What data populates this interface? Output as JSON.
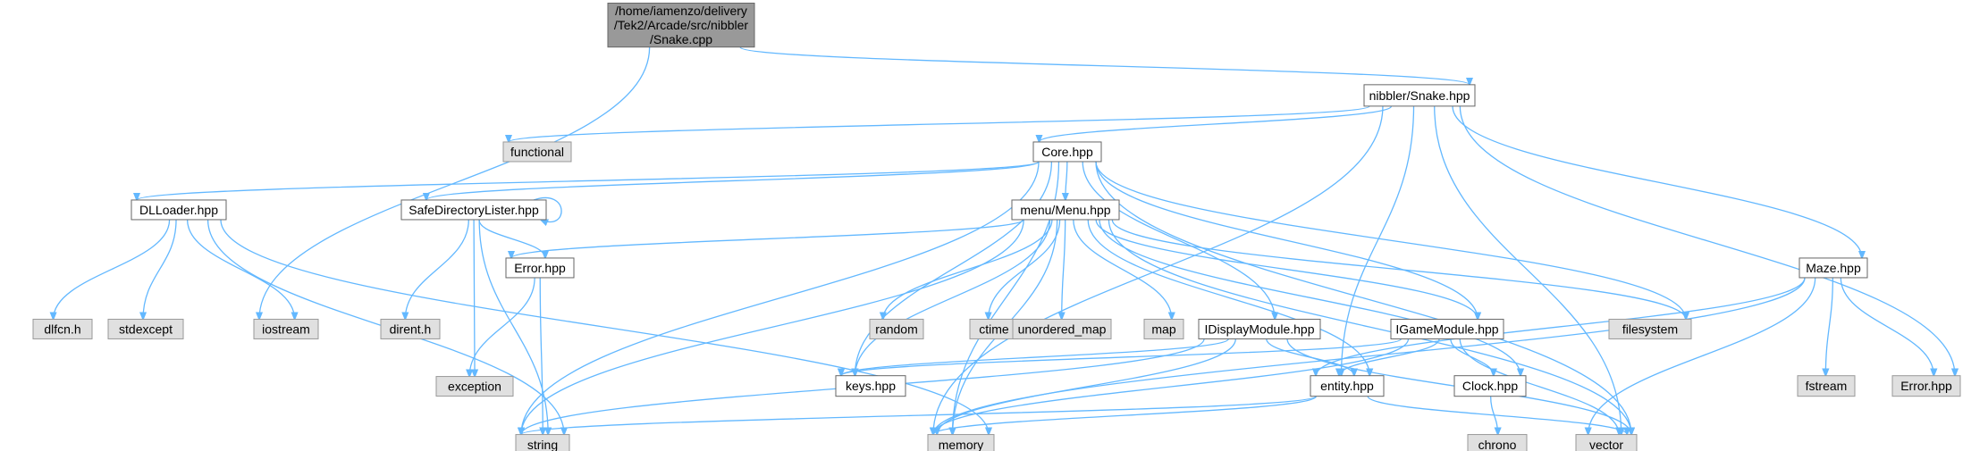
{
  "colors": {
    "root_fill": "#999999",
    "root_border": "#666666",
    "project_fill": "#ffffff",
    "project_border": "#666666",
    "system_fill": "#e0e0e0",
    "system_border": "#999999",
    "edge": "#63b8ff",
    "text": "#000000"
  },
  "nodes": [
    {
      "id": "snake_cpp",
      "kind": "root",
      "lines": [
        "/home/iamenzo/delivery",
        "/Tek2/Arcade/src/nibbler",
        "/Snake.cpp"
      ]
    },
    {
      "id": "snake_hpp",
      "kind": "project",
      "lines": [
        "nibbler/Snake.hpp"
      ]
    },
    {
      "id": "functional",
      "kind": "system",
      "lines": [
        "functional"
      ]
    },
    {
      "id": "core_hpp",
      "kind": "project",
      "lines": [
        "Core.hpp"
      ]
    },
    {
      "id": "dlloader_hpp",
      "kind": "project",
      "lines": [
        "DLLoader.hpp"
      ]
    },
    {
      "id": "safedir_hpp",
      "kind": "project",
      "lines": [
        "SafeDirectoryLister.hpp"
      ]
    },
    {
      "id": "menu_hpp",
      "kind": "project",
      "lines": [
        "menu/Menu.hpp"
      ]
    },
    {
      "id": "maze_hpp",
      "kind": "project",
      "lines": [
        "Maze.hpp"
      ]
    },
    {
      "id": "dlfcn",
      "kind": "system",
      "lines": [
        "dlfcn.h"
      ]
    },
    {
      "id": "stdexcept",
      "kind": "system",
      "lines": [
        "stdexcept"
      ]
    },
    {
      "id": "iostream",
      "kind": "system",
      "lines": [
        "iostream"
      ]
    },
    {
      "id": "dirent",
      "kind": "system",
      "lines": [
        "dirent.h"
      ]
    },
    {
      "id": "error_hpp",
      "kind": "project",
      "lines": [
        "Error.hpp"
      ]
    },
    {
      "id": "random",
      "kind": "system",
      "lines": [
        "random"
      ]
    },
    {
      "id": "ctime",
      "kind": "system",
      "lines": [
        "ctime"
      ]
    },
    {
      "id": "unordered_map",
      "kind": "system",
      "lines": [
        "unordered_map"
      ]
    },
    {
      "id": "map",
      "kind": "system",
      "lines": [
        "map"
      ]
    },
    {
      "id": "idisplay_hpp",
      "kind": "project",
      "lines": [
        "IDisplayModule.hpp"
      ]
    },
    {
      "id": "igame_hpp",
      "kind": "project",
      "lines": [
        "IGameModule.hpp"
      ]
    },
    {
      "id": "filesystem",
      "kind": "system",
      "lines": [
        "filesystem"
      ]
    },
    {
      "id": "exception",
      "kind": "system",
      "lines": [
        "exception"
      ]
    },
    {
      "id": "keys_hpp",
      "kind": "project",
      "lines": [
        "keys.hpp"
      ]
    },
    {
      "id": "entity_hpp",
      "kind": "project",
      "lines": [
        "entity.hpp"
      ]
    },
    {
      "id": "clock_hpp",
      "kind": "project",
      "lines": [
        "Clock.hpp"
      ]
    },
    {
      "id": "fstream",
      "kind": "system",
      "lines": [
        "fstream"
      ]
    },
    {
      "id": "error_hpp2",
      "kind": "system",
      "lines": [
        "Error.hpp"
      ]
    },
    {
      "id": "string",
      "kind": "system",
      "lines": [
        "string"
      ]
    },
    {
      "id": "memory",
      "kind": "system",
      "lines": [
        "memory"
      ]
    },
    {
      "id": "vector",
      "kind": "system",
      "lines": [
        "vector"
      ]
    },
    {
      "id": "chrono",
      "kind": "system",
      "lines": [
        "chrono"
      ]
    }
  ],
  "edges": [
    [
      "snake_cpp",
      "iostream"
    ],
    [
      "snake_cpp",
      "snake_hpp"
    ],
    [
      "snake_hpp",
      "functional"
    ],
    [
      "snake_hpp",
      "core_hpp"
    ],
    [
      "snake_hpp",
      "memory"
    ],
    [
      "snake_hpp",
      "maze_hpp"
    ],
    [
      "snake_hpp",
      "entity_hpp"
    ],
    [
      "snake_hpp",
      "error_hpp2"
    ],
    [
      "snake_hpp",
      "vector"
    ],
    [
      "core_hpp",
      "dlloader_hpp"
    ],
    [
      "core_hpp",
      "safedir_hpp"
    ],
    [
      "core_hpp",
      "menu_hpp"
    ],
    [
      "core_hpp",
      "idisplay_hpp"
    ],
    [
      "core_hpp",
      "igame_hpp"
    ],
    [
      "core_hpp",
      "filesystem"
    ],
    [
      "core_hpp",
      "keys_hpp"
    ],
    [
      "core_hpp",
      "string"
    ],
    [
      "core_hpp",
      "memory"
    ],
    [
      "core_hpp",
      "vector"
    ],
    [
      "dlloader_hpp",
      "dlfcn"
    ],
    [
      "dlloader_hpp",
      "stdexcept"
    ],
    [
      "dlloader_hpp",
      "iostream"
    ],
    [
      "dlloader_hpp",
      "string"
    ],
    [
      "dlloader_hpp",
      "memory"
    ],
    [
      "safedir_hpp",
      "safedir_hpp"
    ],
    [
      "safedir_hpp",
      "dirent"
    ],
    [
      "safedir_hpp",
      "exception"
    ],
    [
      "safedir_hpp",
      "error_hpp"
    ],
    [
      "safedir_hpp",
      "string"
    ],
    [
      "error_hpp",
      "exception"
    ],
    [
      "error_hpp",
      "string"
    ],
    [
      "menu_hpp",
      "error_hpp"
    ],
    [
      "menu_hpp",
      "random"
    ],
    [
      "menu_hpp",
      "ctime"
    ],
    [
      "menu_hpp",
      "unordered_map"
    ],
    [
      "menu_hpp",
      "map"
    ],
    [
      "menu_hpp",
      "igame_hpp"
    ],
    [
      "menu_hpp",
      "filesystem"
    ],
    [
      "menu_hpp",
      "keys_hpp"
    ],
    [
      "menu_hpp",
      "entity_hpp"
    ],
    [
      "menu_hpp",
      "clock_hpp"
    ],
    [
      "menu_hpp",
      "string"
    ],
    [
      "menu_hpp",
      "memory"
    ],
    [
      "menu_hpp",
      "vector"
    ],
    [
      "idisplay_hpp",
      "keys_hpp"
    ],
    [
      "idisplay_hpp",
      "entity_hpp"
    ],
    [
      "idisplay_hpp",
      "string"
    ],
    [
      "idisplay_hpp",
      "memory"
    ],
    [
      "idisplay_hpp",
      "vector"
    ],
    [
      "igame_hpp",
      "keys_hpp"
    ],
    [
      "igame_hpp",
      "entity_hpp"
    ],
    [
      "igame_hpp",
      "clock_hpp"
    ],
    [
      "igame_hpp",
      "memory"
    ],
    [
      "igame_hpp",
      "vector"
    ],
    [
      "entity_hpp",
      "string"
    ],
    [
      "entity_hpp",
      "memory"
    ],
    [
      "entity_hpp",
      "vector"
    ],
    [
      "clock_hpp",
      "chrono"
    ],
    [
      "maze_hpp",
      "fstream"
    ],
    [
      "maze_hpp",
      "error_hpp2"
    ],
    [
      "maze_hpp",
      "entity_hpp"
    ],
    [
      "maze_hpp",
      "memory"
    ],
    [
      "maze_hpp",
      "vector"
    ]
  ]
}
